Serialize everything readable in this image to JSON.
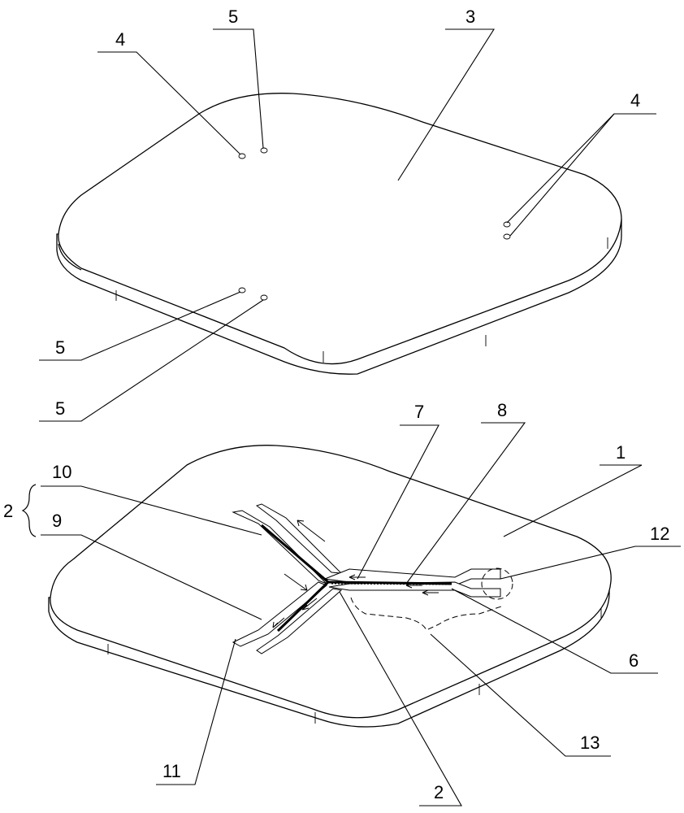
{
  "labels": {
    "top_5_a": "5",
    "top_3": "3",
    "top_4_a": "4",
    "top_4_b": "4",
    "top_5_b": "5",
    "top_5_c": "5",
    "bottom_7": "7",
    "bottom_8": "8",
    "bottom_1": "1",
    "bottom_10": "10",
    "bottom_2_brace": "2",
    "bottom_9": "9",
    "bottom_12": "12",
    "bottom_6": "6",
    "bottom_13": "13",
    "bottom_11": "11",
    "bottom_2": "2"
  }
}
